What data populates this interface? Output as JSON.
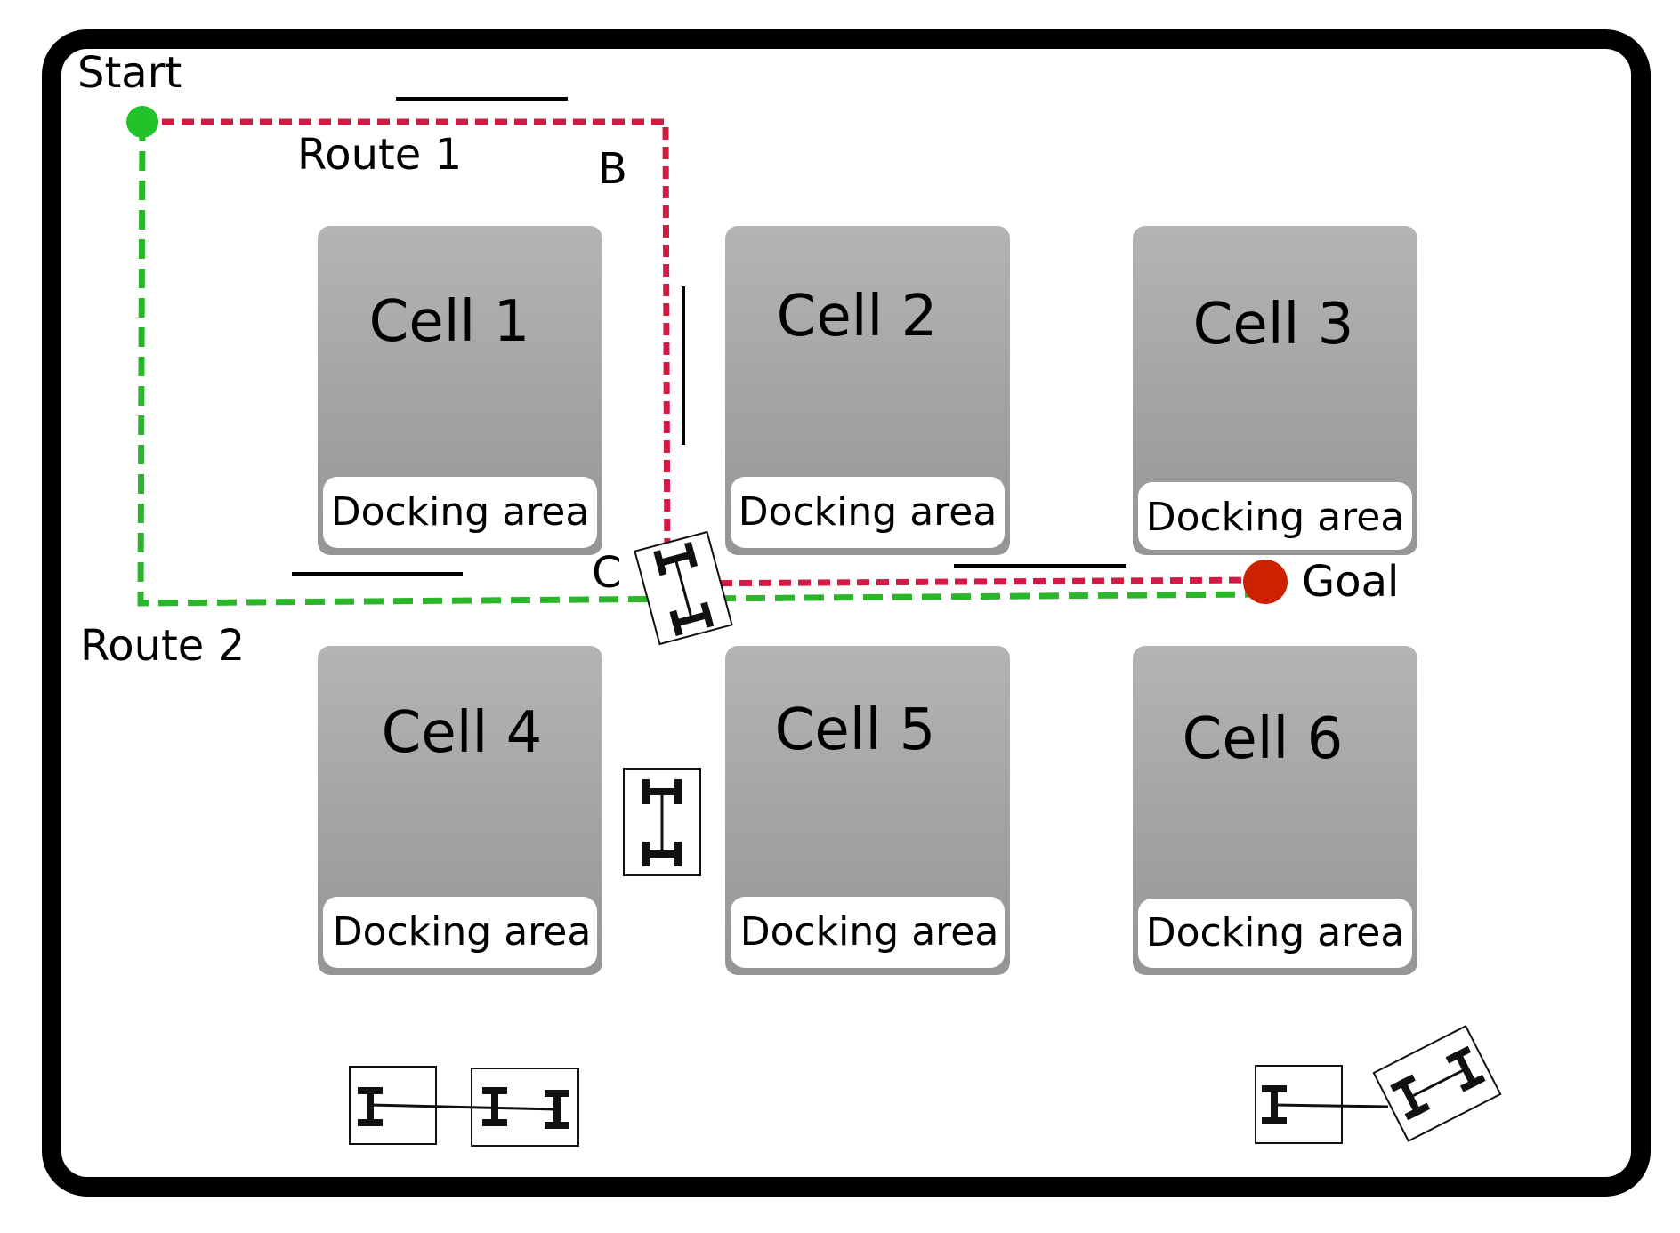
{
  "labels": {
    "start": "Start",
    "goal": "Goal",
    "route1": "Route 1",
    "route2": "Route 2",
    "b": "B",
    "c": "C"
  },
  "cells": [
    {
      "name": "Cell 1",
      "dock": "Docking area"
    },
    {
      "name": "Cell 2",
      "dock": "Docking area"
    },
    {
      "name": "Cell 3",
      "dock": "Docking area"
    },
    {
      "name": "Cell 4",
      "dock": "Docking area"
    },
    {
      "name": "Cell 5",
      "dock": "Docking area"
    },
    {
      "name": "Cell 6",
      "dock": "Docking area"
    }
  ],
  "colors": {
    "route1": "#d11a44",
    "route2": "#2ab52a",
    "start_marker": "#22c22a",
    "goal_marker": "#cc2200",
    "cell_top": "#b3b3b3",
    "cell_bottom": "#989898",
    "border": "#000000"
  },
  "icons": {
    "vehicle": "vehicle-chassis-icon",
    "trailer": "trailer-chassis-icon"
  }
}
